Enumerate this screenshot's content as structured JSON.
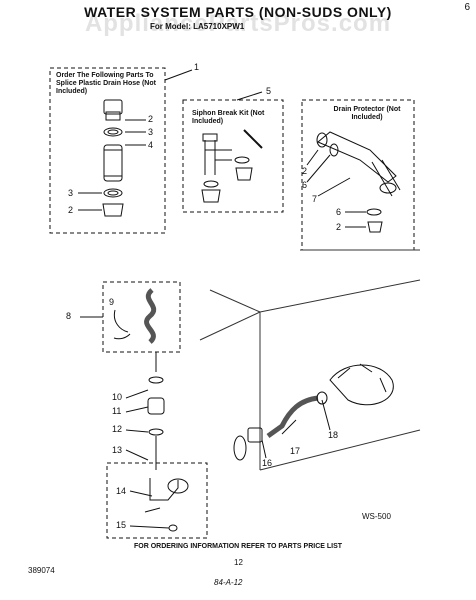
{
  "header": {
    "title": "WATER SYSTEM PARTS (NON-SUDS ONLY)",
    "model_label": "For Model: LA5710XPW1",
    "watermark": "AppliancePartsPros.com",
    "corner_mark": "6"
  },
  "boxes": {
    "splice_kit": "Order The Following Parts To Splice Plastic Drain Hose (Not Included)",
    "siphon_kit": "Siphon Break Kit (Not Included)",
    "drain_protector": "Drain Protector (Not Included)"
  },
  "callouts": {
    "n1": "1",
    "n2": "2",
    "n3": "3",
    "n4": "4",
    "n5": "5",
    "n6": "6",
    "n7": "7",
    "n8": "8",
    "n9": "9",
    "n10": "10",
    "n11": "11",
    "n12": "12",
    "n13": "13",
    "n14": "14",
    "n15": "15",
    "n16": "16",
    "n17": "17",
    "n18": "18"
  },
  "footer": {
    "code": "WS-500",
    "part_no": "389074",
    "ordering": "FOR ORDERING INFORMATION REFER TO PARTS PRICE LIST",
    "page": "12",
    "handwritten": "84-A-12"
  }
}
